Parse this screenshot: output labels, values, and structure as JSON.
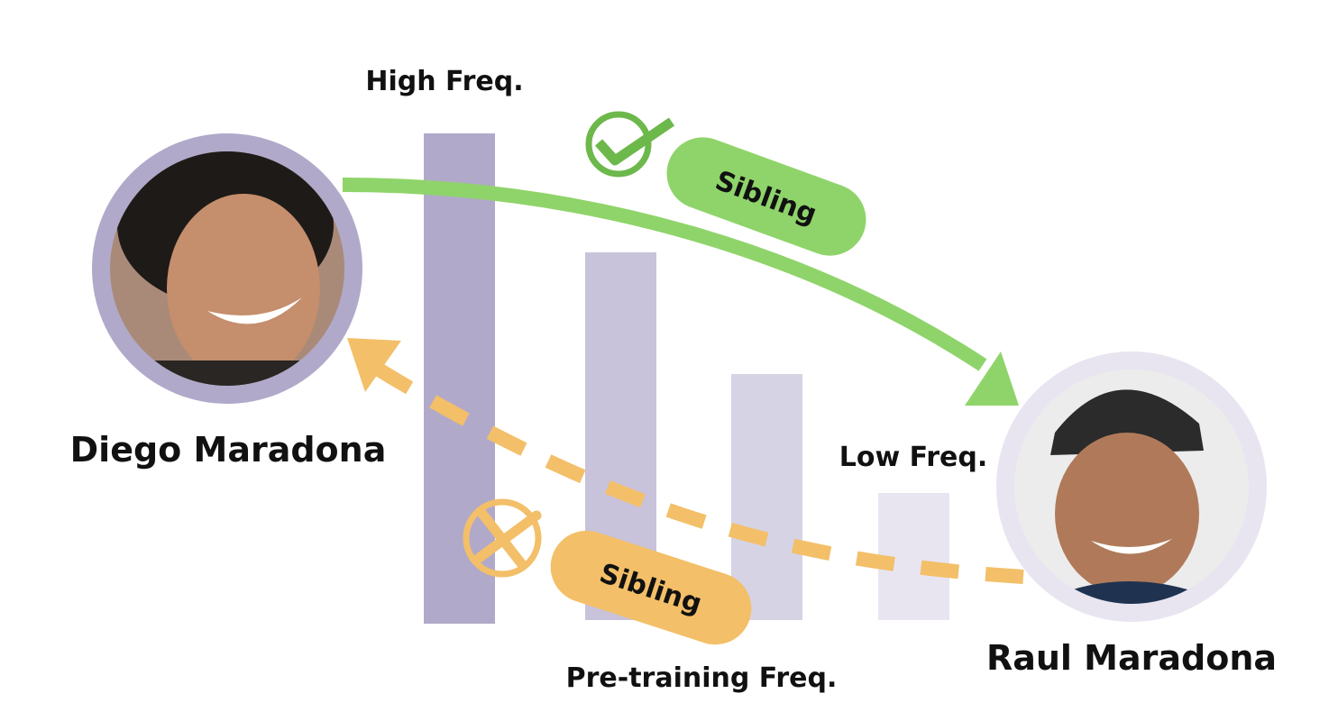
{
  "labels": {
    "high_freq": "High Freq.",
    "low_freq": "Low Freq.",
    "axis": "Pre-training Freq."
  },
  "people": {
    "left": {
      "name": "Diego Maradona"
    },
    "right": {
      "name": "Raul Maradona"
    }
  },
  "relations": {
    "forward": {
      "label": "Sibling",
      "status": "check-icon",
      "color": "#8fd46a"
    },
    "backward": {
      "label": "Sibling",
      "status": "cross-icon",
      "color": "#f3bf68"
    }
  },
  "colors": {
    "bars": [
      "#b1a9c9",
      "#c8c3db",
      "#d6d3e5",
      "#e8e5f1"
    ],
    "left_ring": "#b1a9c9",
    "right_ring": "#e8e5f1"
  }
}
